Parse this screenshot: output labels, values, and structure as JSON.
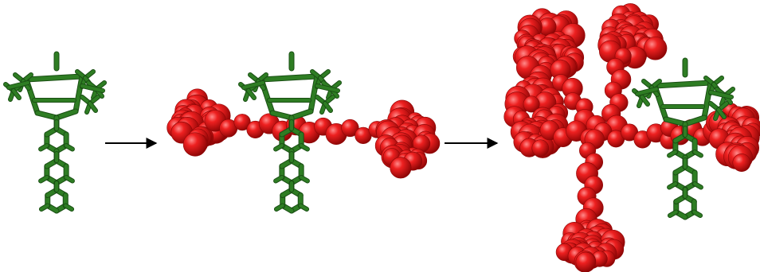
{
  "colors": {
    "background": "#ffffff",
    "host": "#2e7d23",
    "host_dark": "#1a4f14",
    "host_light": "#5fb84f",
    "guest": "#e21616",
    "guest_dark": "#8e0606",
    "guest_light": "#ff7a7a",
    "arrow": "#000000"
  },
  "panels": [
    {
      "name": "host-molecule"
    },
    {
      "name": "host-guest-complex-linear"
    },
    {
      "name": "host-guest-complex-branched"
    }
  ],
  "arrows": [
    {
      "name": "reaction-arrow-1"
    },
    {
      "name": "reaction-arrow-2"
    }
  ]
}
